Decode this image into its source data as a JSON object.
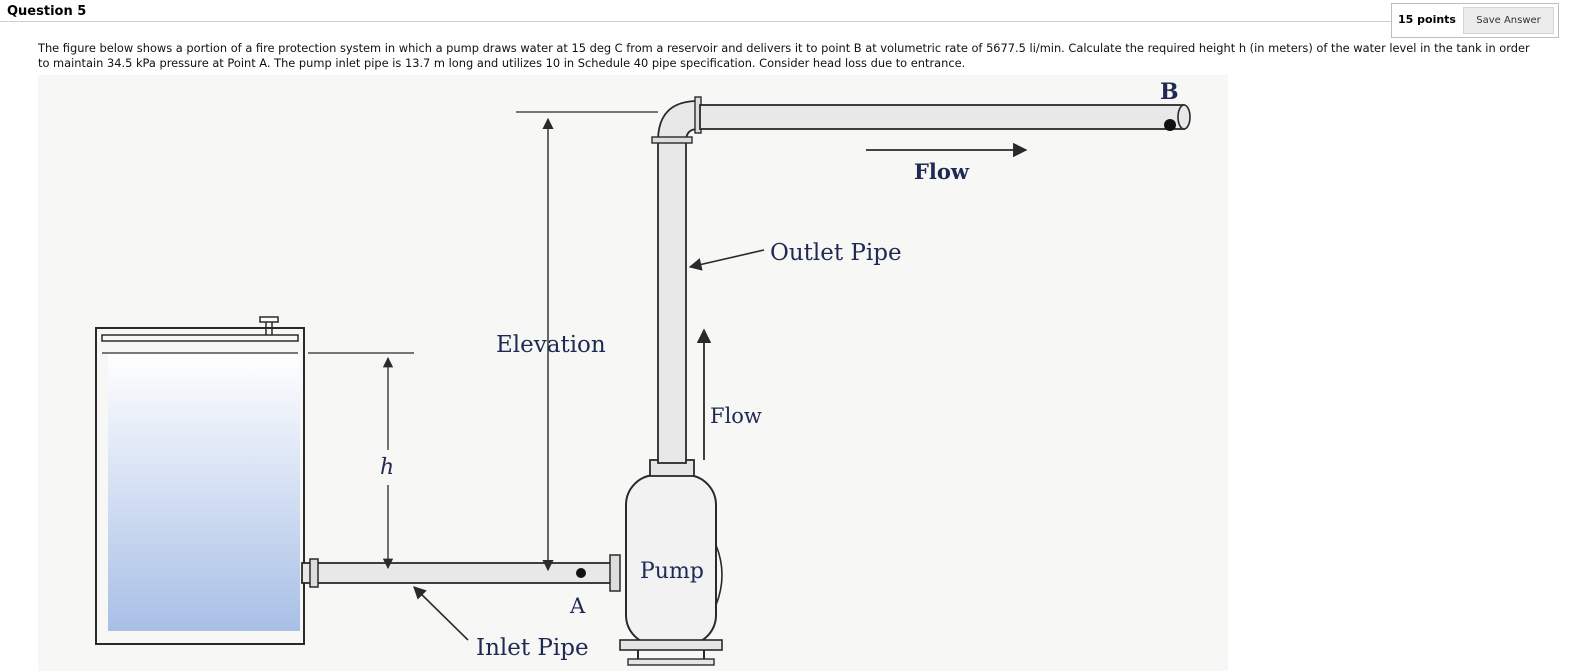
{
  "question": {
    "title": "Question 5",
    "points": "15 points",
    "save_label": "Save Answer",
    "text": "The figure below shows a portion of a fire protection system in which a pump draws water at 15 deg C from a reservoir and delivers it to point B at volumetric rate of 5677.5 li/min. Calculate the required height h (in meters) of the water level in the tank in order to maintain 34.5 kPa pressure at Point A. The pump inlet pipe is 13.7 m long and utilizes 10 in Schedule 40 pipe specification. Consider head loss due to entrance."
  },
  "figure": {
    "labels": {
      "point_b": "B",
      "flow_top": "Flow",
      "outlet_pipe": "Outlet Pipe",
      "elevation": "Elevation",
      "flow_vertical": "Flow",
      "h": "h",
      "pump": "Pump",
      "point_a": "A",
      "inlet_pipe": "Inlet Pipe"
    },
    "colors": {
      "water_top": "#ffffff",
      "water_bottom": "#a8bfe6",
      "pipe_fill": "#e8e8e8",
      "line": "#2a2a2a"
    }
  }
}
